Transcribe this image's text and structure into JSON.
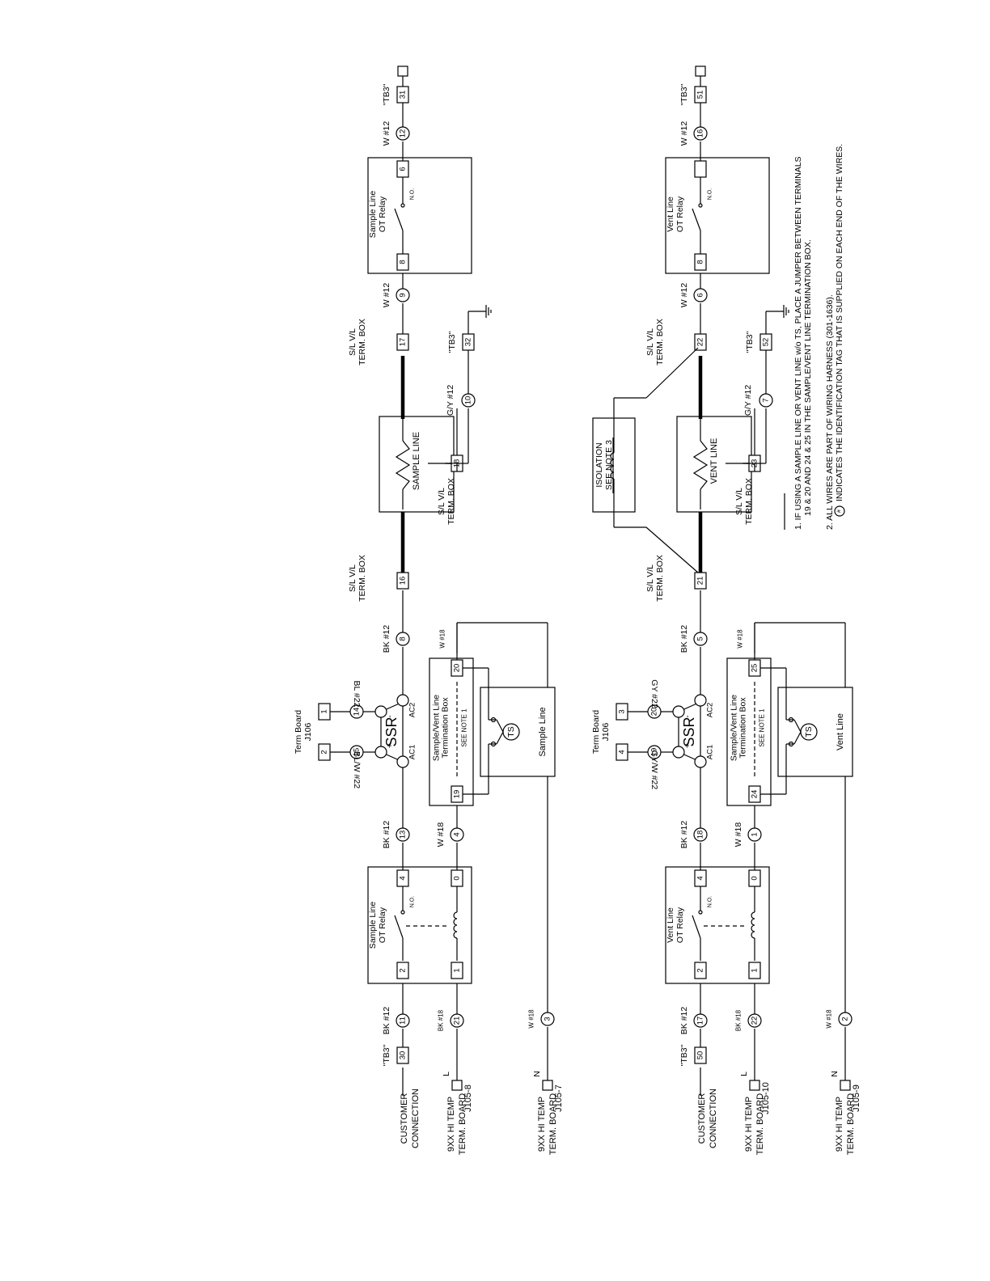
{
  "customer_connection": [
    "CUSTOMER",
    "CONNECTION"
  ],
  "hi_temp_board": [
    "9XX HI TEMP",
    "TERM. BOARD"
  ],
  "term_board_label": [
    "Term Board",
    "J106"
  ],
  "slvl_label": [
    "S/L V/L",
    "TERM. BOX"
  ],
  "tb3": "\"TB3\"",
  "relay_no": "N.O.",
  "see_note_1": "SEE NOTE 1",
  "termination_box": [
    "Sample/Vent Line",
    "Termination Box"
  ],
  "ssr": {
    "label": "SSR",
    "plus": "+",
    "minus": "-",
    "ac1": "AC1",
    "ac2": "AC2"
  },
  "ts": "TS",
  "line_L": "L",
  "line_N": "N",
  "sample_circuit": {
    "tb3_in": "30",
    "tb3_out": "31",
    "tb3_gnd": "32",
    "j105_L": "J105-8",
    "j105_N": "J105-7",
    "relay": [
      "Sample Line",
      "OT Relay"
    ],
    "relay_in_pins": [
      "2",
      "1"
    ],
    "relay_out_pins": [
      "4",
      "0"
    ],
    "relay2_pins": [
      "8",
      "6"
    ],
    "term_pins": [
      "2",
      "1"
    ],
    "tbox_pins": [
      "19",
      "20"
    ],
    "slvl_pins": [
      "16",
      "17",
      "18"
    ],
    "line_label": "SAMPLE LINE",
    "ts_name": "Sample Line",
    "wires": {
      "w11": {
        "tag": "11",
        "label": "BK #12"
      },
      "w21": {
        "tag": "21",
        "label": "BK #18"
      },
      "w3": {
        "tag": "3",
        "label": "W #18"
      },
      "w13": {
        "tag": "13",
        "label": "BK #12"
      },
      "w4": {
        "tag": "4",
        "label": "W #18"
      },
      "w15": {
        "tag": "15",
        "label": "BL/W #22"
      },
      "w14": {
        "tag": "14",
        "label": "BL #22"
      },
      "w8": {
        "tag": "8",
        "label": "BK #12"
      },
      "wtb": {
        "label": "W #18"
      },
      "w10": {
        "tag": "10",
        "label": "G/Y #12"
      },
      "w9": {
        "tag": "9",
        "label": "W #12"
      },
      "w12": {
        "tag": "12",
        "label": "W #12"
      }
    }
  },
  "vent_circuit": {
    "tb3_in": "50",
    "tb3_out": "51",
    "tb3_gnd": "52",
    "j105_L": "J105-10",
    "j105_N": "J105-9",
    "relay": [
      "Vent Line",
      "OT Relay"
    ],
    "relay_in_pins": [
      "2",
      "1"
    ],
    "relay_out_pins": [
      "4",
      "0"
    ],
    "relay2_pins": [
      "8",
      ""
    ],
    "term_pins": [
      "4",
      "3"
    ],
    "tbox_pins": [
      "24",
      "25"
    ],
    "slvl_pins": [
      "21",
      "22",
      "23"
    ],
    "line_label": "VENT LINE",
    "ts_name": "Vent Line",
    "isolation": [
      "ISOLATION",
      "SEE NOTE 3"
    ],
    "wires": {
      "w17": {
        "tag": "17",
        "label": "BK #12"
      },
      "w22": {
        "tag": "22",
        "label": "BK #18"
      },
      "w2": {
        "tag": "2",
        "label": "W #18"
      },
      "w18": {
        "tag": "18",
        "label": "BK #12"
      },
      "w1": {
        "tag": "1",
        "label": "W #18"
      },
      "w19": {
        "tag": "19",
        "label": "GY/W #22"
      },
      "w20": {
        "tag": "20",
        "label": "GY #22"
      },
      "w5": {
        "tag": "5",
        "label": "BK #12"
      },
      "wtb": {
        "label": "W #18"
      },
      "w7": {
        "tag": "7",
        "label": "G/Y #12"
      },
      "w6": {
        "tag": "6",
        "label": "W #12"
      },
      "w16": {
        "tag": "16",
        "label": "W #12"
      }
    }
  },
  "notes": {
    "n1": [
      "1.  IF USING A SAMPLE LINE OR VENT LINE w/o TS, PLACE A JUMPER BETWEEN TERMINALS",
      "19 & 20 AND 24 & 25 IN THE SAMPLE/VENT LINE TERMINATION BOX."
    ],
    "n2": [
      "2.  ALL WIRES ARE PART OF WIRING HARNESS (301-1636).",
      "INDICATES THE IDENTIFICATION TAG THAT IS SUPPLIED ON EACH END OF THE WIRES."
    ],
    "n2_symbol": "#"
  }
}
